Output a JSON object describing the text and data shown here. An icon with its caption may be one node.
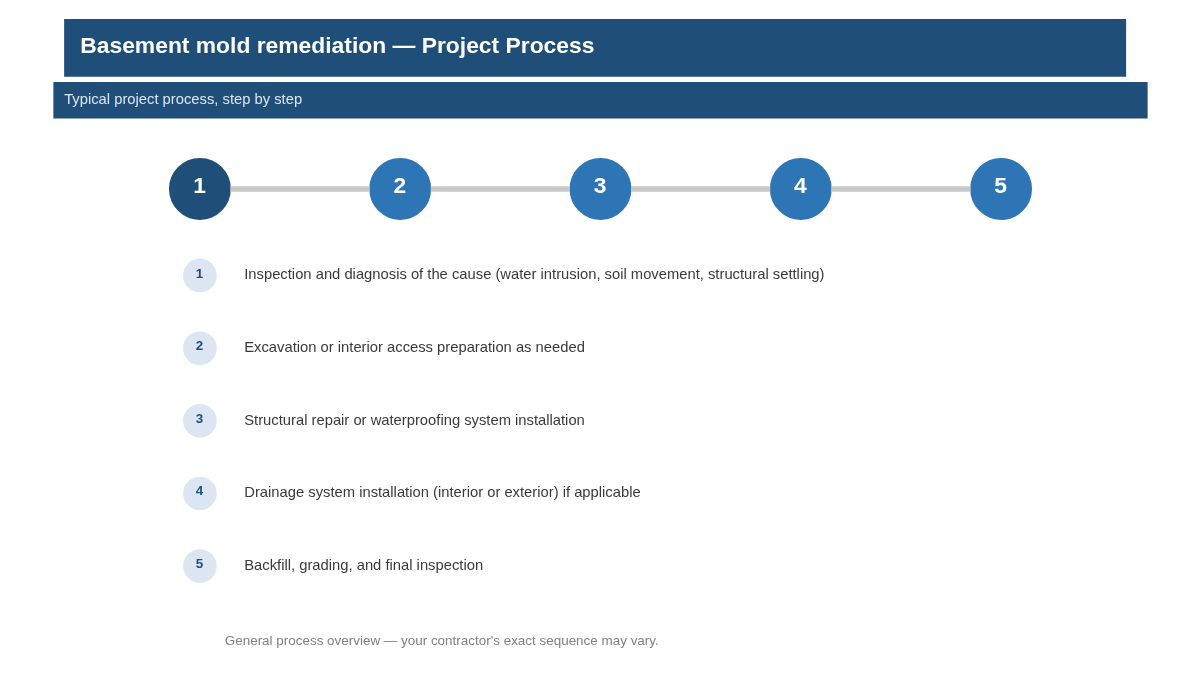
{
  "diagram": {
    "title": "Basement mold remediation — Project Process",
    "caption": "General process overview — your contractor's exact sequence may vary.",
    "nodes": [
      {
        "text": [
          "1"
        ]
      },
      {
        "text": [
          "2"
        ]
      },
      {
        "text": [
          "3"
        ]
      },
      {
        "text": [
          "4"
        ]
      },
      {
        "text": [
          "5"
        ]
      },
      {
        "text": [
          "1"
        ],
        "beside": [
          "Inspection and diagnosis of the cause (water intrusion, soil movement, structural settling)"
        ]
      },
      {
        "text": [
          "2"
        ],
        "beside": [
          "Excavation or interior access preparation as needed"
        ]
      },
      {
        "text": [
          "3"
        ],
        "beside": [
          "Structural repair or waterproofing system installation"
        ]
      },
      {
        "text": [
          "4"
        ],
        "beside": [
          "Drainage system installation (interior or exterior) if applicable"
        ]
      },
      {
        "text": [
          "5"
        ],
        "beside": [
          "Backfill, grading, and final inspection"
        ]
      }
    ],
    "edges": [
      {
        "from": 0,
        "to": 1,
        "arrow": "none"
      },
      {
        "from": 1,
        "to": 2,
        "arrow": "none"
      },
      {
        "from": 2,
        "to": 3,
        "arrow": "none"
      },
      {
        "from": 3,
        "to": 4,
        "arrow": "none"
      }
    ],
    "labels": [
      "Typical project process, step by step"
    ]
  }
}
